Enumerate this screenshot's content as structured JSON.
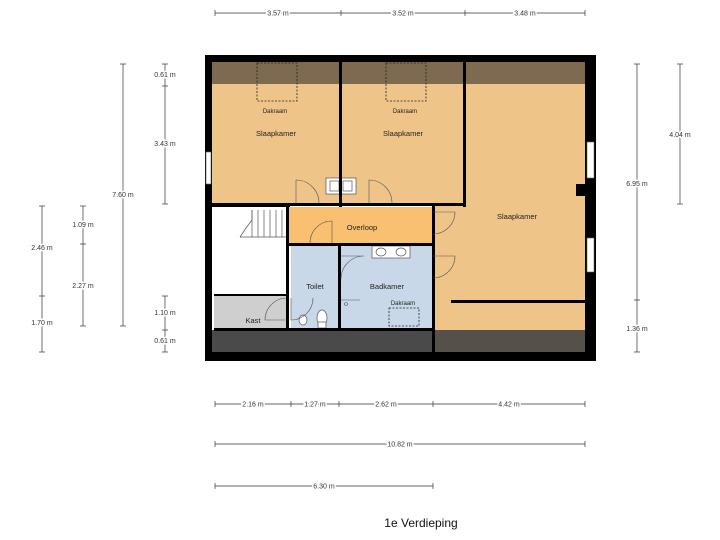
{
  "title": "1e Verdieping",
  "rooms": {
    "bedroom1": "Slaapkamer",
    "bedroom2": "Slaapkamer",
    "bedroom3": "Slaapkamer",
    "landing": "Overloop",
    "toilet": "Toilet",
    "bathroom": "Badkamer",
    "closet": "Kast",
    "skylight1": "Dakraam",
    "skylight2": "Dakraam",
    "skylight3": "Dakraam"
  },
  "dimensions": {
    "top": [
      "3.57 m",
      "3.52 m",
      "3.48 m"
    ],
    "bottom_row1": [
      "2.16 m",
      "1.27 m",
      "2.62 m",
      "4.42 m"
    ],
    "total_width": "10.82 m",
    "partial_width": "6.30 m",
    "left_inner": [
      "0.61 m",
      "3.43 m",
      "1.09 m",
      "2.27 m",
      "1.10 m",
      "0.61 m"
    ],
    "left_total": "7.60 m",
    "left_outer": [
      "2.46 m",
      "1.70 m"
    ],
    "right": [
      "4.04 m",
      "6.95 m",
      "1.36 m"
    ]
  },
  "colors": {
    "bedroom": "#efc489",
    "landing": "#f8c070",
    "wet": "#c8d8e8",
    "closet": "#cfcfcf",
    "slope": "#4a4a4a",
    "wall": "#000000"
  }
}
